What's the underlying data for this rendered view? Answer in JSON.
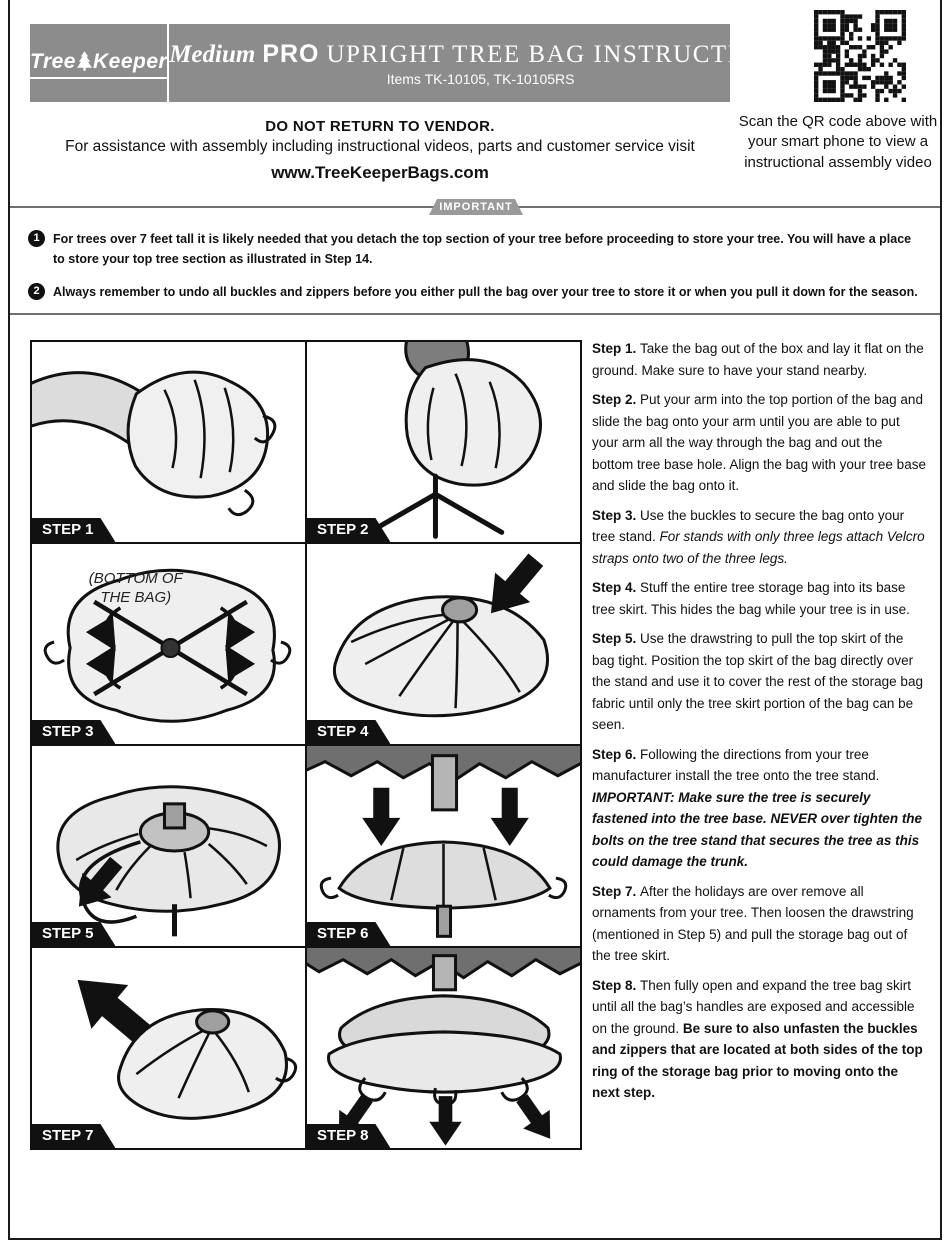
{
  "header": {
    "brand_left": "Tree",
    "brand_right": "Keeper",
    "title_medium": "Medium",
    "title_pro": "PRO",
    "title_rest": "UPRIGHT TREE BAG INSTRUCTIONS",
    "subtitle": "Items TK-10105, TK-10105RS"
  },
  "notice": {
    "line1": "DO NOT RETURN TO VENDOR.",
    "line2": "For assistance with assembly including instructional videos, parts and customer service visit",
    "url": "www.TreeKeeperBags.com"
  },
  "qr": {
    "caption": "Scan the QR code above with your smart phone to view a instructional assembly video"
  },
  "important": {
    "label": "IMPORTANT",
    "items": [
      {
        "num": "1",
        "text": "For trees over 7 feet tall it is likely needed that you detach the top section of your tree before proceeding to store your tree. You will have a place to store your top tree section as illustrated in Step 14."
      },
      {
        "num": "2",
        "text": "Always remember to undo all buckles and zippers before you either pull the bag over your tree to store it or when you pull it down for the season."
      }
    ]
  },
  "panels": [
    {
      "label": "STEP 1"
    },
    {
      "label": "STEP 2"
    },
    {
      "label": "STEP 3",
      "note": "(BOTTOM OF THE BAG)"
    },
    {
      "label": "STEP 4"
    },
    {
      "label": "STEP 5"
    },
    {
      "label": "STEP 6"
    },
    {
      "label": "STEP 7"
    },
    {
      "label": "STEP 8"
    }
  ],
  "steps": [
    {
      "segments": [
        {
          "t": "Step 1. ",
          "s": "b"
        },
        {
          "t": "Take the bag out of the box and lay it flat on the ground. Make sure to have your stand nearby.",
          "s": "n"
        }
      ]
    },
    {
      "segments": [
        {
          "t": "Step 2. ",
          "s": "b"
        },
        {
          "t": "Put your arm into the top portion of the bag and slide the bag onto your arm until you are able to put your arm all the way through the bag and out the bottom tree base hole. Align the bag with your tree base and slide the bag onto it.",
          "s": "n"
        }
      ]
    },
    {
      "segments": [
        {
          "t": "Step 3. ",
          "s": "b"
        },
        {
          "t": "Use the buckles to secure the bag onto your tree stand. ",
          "s": "n"
        },
        {
          "t": "For stands with only three legs attach Velcro straps onto two of the three legs.",
          "s": "i"
        }
      ]
    },
    {
      "segments": [
        {
          "t": "Step 4. ",
          "s": "b"
        },
        {
          "t": "Stuff the entire tree storage bag into its base tree skirt. This hides the bag while your tree is in use.",
          "s": "n"
        }
      ]
    },
    {
      "segments": [
        {
          "t": "Step 5. ",
          "s": "b"
        },
        {
          "t": "Use the drawstring to pull the top skirt of the bag tight.  Position the top skirt of the bag directly over the stand and use it to cover the rest of the storage bag fabric until only the tree skirt portion of the bag can be seen.",
          "s": "n"
        }
      ]
    },
    {
      "segments": [
        {
          "t": "Step 6. ",
          "s": "b"
        },
        {
          "t": "Following the directions from your tree manufacturer install the tree onto the tree stand. ",
          "s": "n"
        },
        {
          "t": "IMPORTANT: Make sure the tree is securely fastened into the tree base. NEVER over tighten the bolts on the tree stand that secures the tree as this could damage the trunk.",
          "s": "bi"
        }
      ]
    },
    {
      "segments": [
        {
          "t": "Step 7. ",
          "s": "b"
        },
        {
          "t": "After the holidays are over remove all ornaments from your tree. Then loosen the drawstring (mentioned in Step 5) and pull the storage bag out of the tree skirt.",
          "s": "n"
        }
      ]
    },
    {
      "segments": [
        {
          "t": "Step 8. ",
          "s": "b"
        },
        {
          "t": "Then fully open and expand the tree bag skirt until all the bag’s handles are exposed and accessible on the ground. ",
          "s": "n"
        },
        {
          "t": "Be sure to also unfasten the buckles and zippers that are located at both sides of the top ring of the storage bag prior to moving onto the next step.",
          "s": "b"
        }
      ]
    }
  ],
  "colors": {
    "header_gray": "#8c8c8c",
    "ribbon_gray": "#9a9a9a",
    "tag_black": "#111111"
  }
}
